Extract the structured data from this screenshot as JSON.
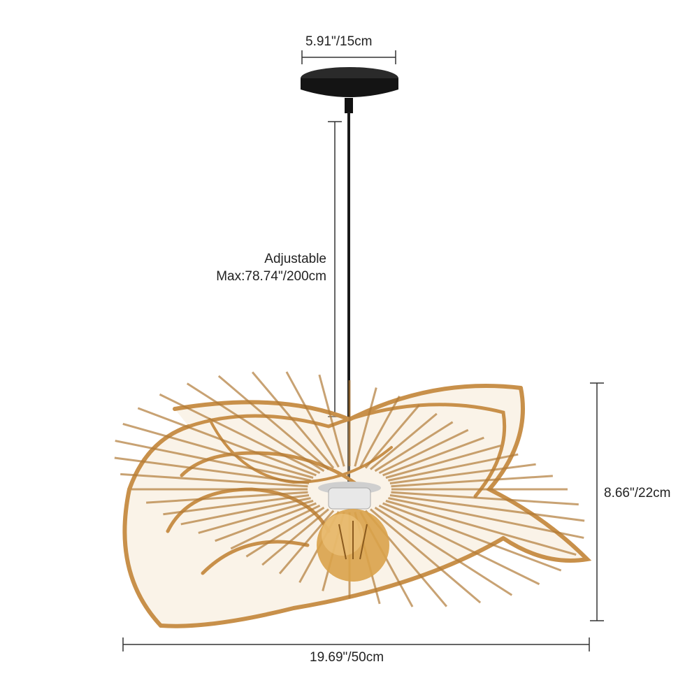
{
  "dimensions": {
    "canopy_width": "5.91\"/15cm",
    "cord_line1": "Adjustable",
    "cord_line2": "Max:78.74\"/200cm",
    "height": "8.66\"/22cm",
    "width": "19.69\"/50cm"
  },
  "colors": {
    "rattan": "#c8904a",
    "rattan_dark": "#9a6425",
    "canopy": "#1e1e1e",
    "bulb": "#d9a24a",
    "dimension_line": "#333333"
  }
}
